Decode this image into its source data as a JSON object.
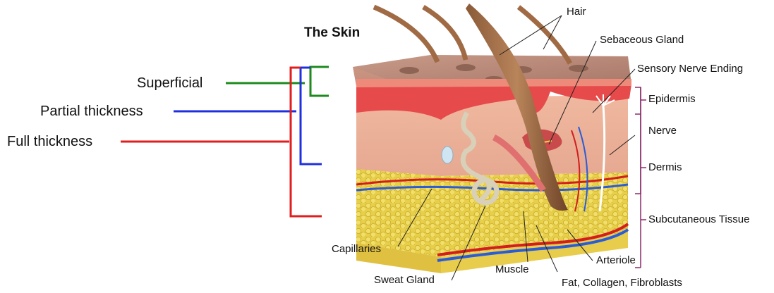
{
  "title": "The Skin",
  "burn_depths": {
    "superficial": "Superficial",
    "partial": "Partial thickness",
    "full": "Full thickness"
  },
  "labels": {
    "hair": "Hair",
    "sebaceous_gland": "Sebaceous Gland",
    "sensory_nerve_ending": "Sensory Nerve Ending",
    "epidermis": "Epidermis",
    "nerve": "Nerve",
    "dermis": "Dermis",
    "subcutaneous_tissue": "Subcutaneous Tissue",
    "capillaries": "Capillaries",
    "sweat_gland": "Sweat Gland",
    "muscle": "Muscle",
    "arteriole": "Arteriole",
    "fat": "Fat, Collagen, Fibroblasts"
  },
  "colors": {
    "superficial": "#1e8a1e",
    "partial": "#1f2fe0",
    "full": "#e01e1e",
    "bracket": "#8b2a6a"
  }
}
